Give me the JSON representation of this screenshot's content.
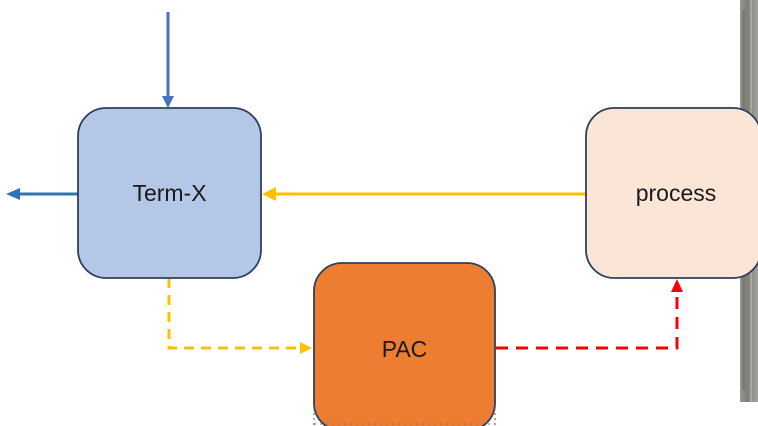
{
  "nodes": {
    "term_x": {
      "label": "Term-X"
    },
    "process": {
      "label": "process"
    },
    "pac": {
      "label": "PAC"
    }
  },
  "colors": {
    "term_x_fill": "#b4c7e7",
    "term_x_stroke": "#2f3f5c",
    "process_fill": "#fbe5d6",
    "process_stroke": "#2f3f5c",
    "pac_fill": "#ed7d31",
    "pac_stroke": "#2f3f5c",
    "input_arrow": "#4472c4",
    "output_arrow": "#2e75b6",
    "process_to_term": "#ffc000",
    "term_to_pac_dashed": "#ffc000",
    "pac_to_process_dashed": "#ff0000",
    "photo_background": "#8a8a85"
  },
  "connections": [
    {
      "from": "input",
      "to": "term_x",
      "style": "solid"
    },
    {
      "from": "term_x",
      "to": "output",
      "style": "solid"
    },
    {
      "from": "process",
      "to": "term_x",
      "style": "solid"
    },
    {
      "from": "term_x",
      "to": "pac",
      "style": "dashed"
    },
    {
      "from": "pac",
      "to": "process",
      "style": "dashed"
    }
  ]
}
